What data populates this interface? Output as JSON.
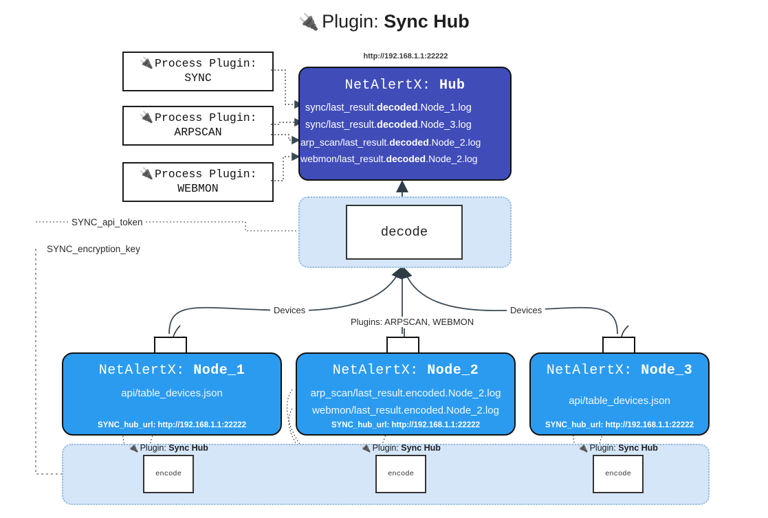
{
  "title": {
    "icon": "plug-icon",
    "prefix": "Plugin:",
    "name": "Sync Hub"
  },
  "process_plugins": [
    {
      "icon": "plug-icon",
      "line1": "Process Plugin:",
      "line2": "SYNC"
    },
    {
      "icon": "plug-icon",
      "line1": "Process Plugin:",
      "line2": "ARPSCAN"
    },
    {
      "icon": "plug-icon",
      "line1": "Process Plugin:",
      "line2": "WEBMON"
    }
  ],
  "hub": {
    "url": "http://192.168.1.1:22222",
    "title_prefix": "NetAlertX:",
    "title_name": "Hub",
    "logs": [
      {
        "pre": "sync/last_result.",
        "em": "decoded",
        "post": ".Node_1.log"
      },
      {
        "pre": "sync/last_result.",
        "em": "decoded",
        "post": ".Node_3.log"
      },
      {
        "pre": "arp_scan/last_result.",
        "em": "decoded",
        "post": ".Node_2.log"
      },
      {
        "pre": "webmon/last_result.",
        "em": "decoded",
        "post": ".Node_2.log"
      }
    ]
  },
  "decode": {
    "label": "decode"
  },
  "tokens": {
    "api_token": "SYNC_api_token",
    "encryption_key": "SYNC_encryption_key"
  },
  "edge_labels": {
    "devices_left": "Devices",
    "devices_right": "Devices",
    "plugins_center": "Plugins: ARPSCAN, WEBMON"
  },
  "nodes": [
    {
      "title_prefix": "NetAlertX:",
      "title_name": "Node_1",
      "lines": [
        "api/table_devices.json"
      ],
      "footer": "SYNC_hub_url: http://192.168.1.1:22222",
      "envelope_icon": "envelope-icon"
    },
    {
      "title_prefix": "NetAlertX:",
      "title_name": "Node_2",
      "lines": [
        "arp_scan/last_result.encoded.Node_2.log",
        "webmon/last_result.encoded.Node_2.log"
      ],
      "footer": "SYNC_hub_url: http://192.168.1.1:22222",
      "envelope_icon": "envelope-icon"
    },
    {
      "title_prefix": "NetAlertX:",
      "title_name": "Node_3",
      "lines": [
        "api/table_devices.json"
      ],
      "footer": "SYNC_hub_url: http://192.168.1.1:22222",
      "envelope_icon": "envelope-icon"
    }
  ],
  "encoders": [
    {
      "plugin_prefix": "Plugin:",
      "plugin_name": "Sync Hub",
      "label": "encode",
      "icon": "plug-icon"
    },
    {
      "plugin_prefix": "Plugin:",
      "plugin_name": "Sync Hub",
      "label": "encode",
      "icon": "plug-icon"
    },
    {
      "plugin_prefix": "Plugin:",
      "plugin_name": "Sync Hub",
      "label": "encode",
      "icon": "plug-icon"
    }
  ],
  "colors": {
    "hub_blue": "#404cb8",
    "node_blue": "#2b9bf0",
    "container_blue": "#d5e6f9",
    "stroke": "#111111"
  }
}
